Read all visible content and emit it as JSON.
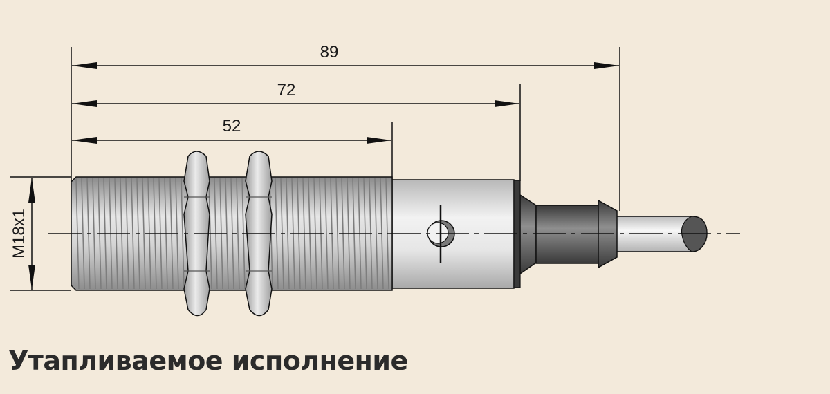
{
  "dimensions": {
    "length_overall": "89",
    "length_body": "72",
    "length_thread": "52",
    "thread_size": "M18x1"
  },
  "caption": "Утапливаемое исполнение",
  "colors": {
    "background": "#f3eadb",
    "line": "#111111",
    "thread": "#c9c9c9",
    "nut": "#d6d6d6",
    "housing": "#e4e4e4",
    "gland": "#6a6a6a",
    "cable": "#ececec"
  }
}
